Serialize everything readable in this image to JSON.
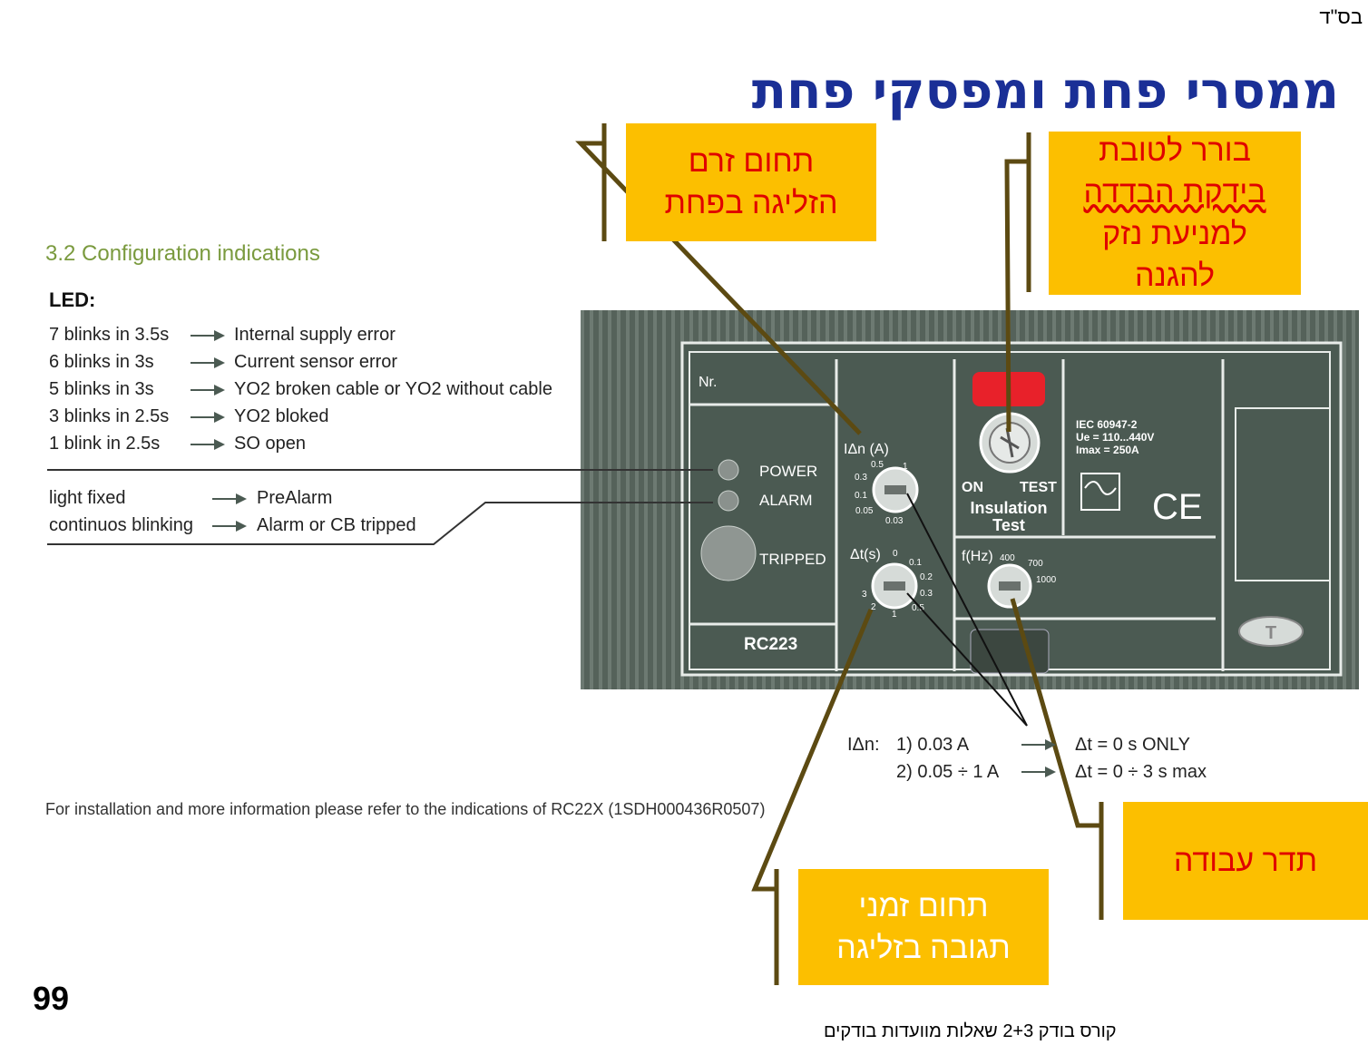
{
  "header": {
    "corner": "בס\"ד",
    "title": "ממסרי פחת ומפסקי פחת"
  },
  "callouts": {
    "leak_range": [
      "תחום זרם",
      "הזליגה בפחת"
    ],
    "insulation_selector": [
      "בורר לטובת",
      "בידקת הבדדה",
      "למניעת נזק",
      "להגנה"
    ],
    "time_range": [
      "תחום זמני",
      "תגובה בזליגה"
    ],
    "frequency": [
      "תדר עבודה"
    ]
  },
  "manual": {
    "section_title": "3.2 Configuration indications",
    "led_label": "LED:",
    "led_rows": [
      {
        "key": "7 blinks in 3.5s",
        "value": "Internal supply error"
      },
      {
        "key": "6 blinks in 3s",
        "value": "Current sensor error"
      },
      {
        "key": "5 blinks in 3s",
        "value": "YO2 broken cable or YO2 without cable"
      },
      {
        "key": "3 blinks in 2.5s",
        "value": "YO2 bloked"
      },
      {
        "key": "1 blink in 2.5s",
        "value": "SO open"
      }
    ],
    "alarm_rows": [
      {
        "key": "light fixed",
        "value": "PreAlarm"
      },
      {
        "key": "continuos blinking",
        "value": "Alarm or CB tripped"
      }
    ],
    "footnote": "For installation and more information please refer to the indications of RC22X (1SDH000436R0507)"
  },
  "device": {
    "nr_label": "Nr.",
    "power": "POWER",
    "alarm": "ALARM",
    "tripped": "TRIPPED",
    "model": "RC223",
    "idn_label": "IΔn (A)",
    "idn_ticks": [
      "0.5",
      "1",
      "0.3",
      "0.1",
      "0.05",
      "0.03"
    ],
    "dt_label": "Δt(s)",
    "dt_ticks": [
      "0",
      "0.1",
      "0.2",
      "0.3",
      "0.5",
      "1",
      "2",
      "3"
    ],
    "on": "ON",
    "test": "TEST",
    "insulation": "Insulation",
    "insulation_test": "Test",
    "spec_lines": [
      "IEC 60947-2",
      "Ue = 110...440V",
      "Imax = 250A"
    ],
    "ce": "CE",
    "fhz_label": "f(Hz)",
    "fhz_ticks": [
      "400",
      "700",
      "1000"
    ],
    "t_button": "T",
    "colors": {
      "panel": "#4b5a52",
      "led_red": "#e8212a",
      "slot": "#3c4740"
    }
  },
  "equations": {
    "idn_label": "IΔn:",
    "row1_left": "1) 0.03 A",
    "row1_right": "Δt = 0 s ONLY",
    "row2_left": "2) 0.05 ÷ 1 A",
    "row2_right": "Δt = 0 ÷ 3 s max"
  },
  "footer": {
    "page_number": "99",
    "course": "קורס בודק 2+3 שאלות מוועדות בודקים"
  },
  "colors": {
    "title": "#1a2f96",
    "callout_bg": "#fcbf00",
    "callout_text": "#e00000",
    "pointer": "#5c4a12",
    "section": "#7a9a3e"
  }
}
